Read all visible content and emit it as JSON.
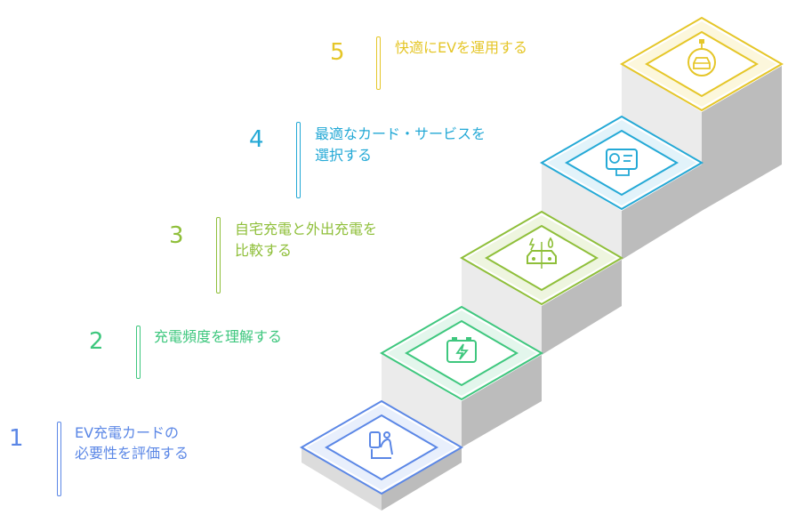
{
  "steps": [
    {
      "number": "1",
      "lines": [
        "EV充電カードの",
        "必要性を評価する"
      ],
      "color": "#5b87e6",
      "icon": "seat-hand-icon"
    },
    {
      "number": "2",
      "lines": [
        "充電頻度を理解する"
      ],
      "color": "#3ec77e",
      "icon": "battery-bolt-icon"
    },
    {
      "number": "3",
      "lines": [
        "自宅充電と外出充電を",
        "比較する"
      ],
      "color": "#8fbf3a",
      "icon": "ev-car-charging-icon"
    },
    {
      "number": "4",
      "lines": [
        "最適なカード・サービスを",
        "選択する"
      ],
      "color": "#24a9d6",
      "icon": "charging-station-icon"
    },
    {
      "number": "5",
      "lines": [
        "快適にEVを運用する"
      ],
      "color": "#e5c628",
      "icon": "car-plug-icon"
    }
  ]
}
